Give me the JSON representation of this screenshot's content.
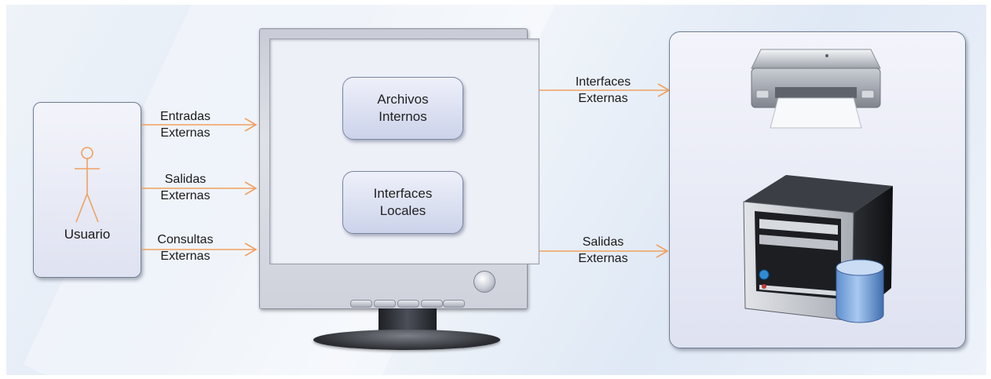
{
  "user_box": {
    "label": "Usuario",
    "icon": "stick-figure-icon",
    "actor_color": "#f0a060"
  },
  "left_flows": [
    {
      "line1": "Entradas",
      "line2": "Externas"
    },
    {
      "line1": "Salidas",
      "line2": "Externas"
    },
    {
      "line1": "Consultas",
      "line2": "Externas"
    }
  ],
  "monitor": {
    "boxes": [
      {
        "line1": "Archivos",
        "line2": "Internos"
      },
      {
        "line1": "Interfaces",
        "line2": "Locales"
      }
    ]
  },
  "right_flows": [
    {
      "line1": "Interfaces",
      "line2": "Externas"
    },
    {
      "line1": "Salidas",
      "line2": "Externas"
    }
  ],
  "external_box": {
    "icons": [
      "printer-icon",
      "server-icon",
      "database-icon"
    ]
  },
  "colors": {
    "arrow": "#f0a060",
    "box_border": "#6f7e92",
    "background": "#e6edf7"
  }
}
